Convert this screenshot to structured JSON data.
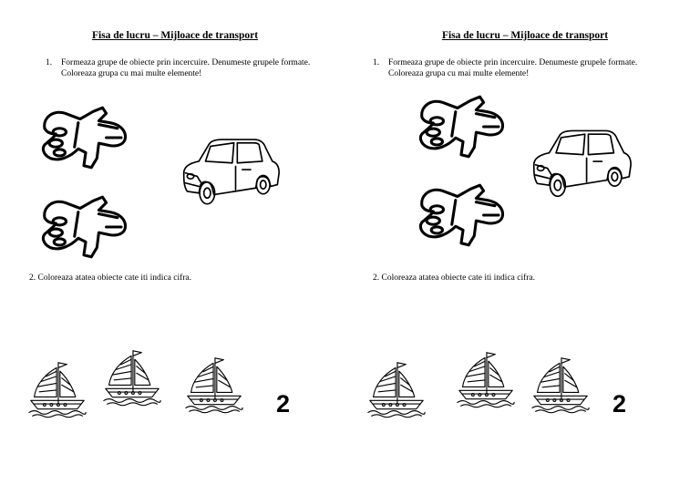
{
  "sheets": [
    {
      "title": "Fisa de lucru – Mijloace de transport",
      "question1": {
        "number": "1.",
        "text": "Formeaza grupe de obiecte prin incercuire. Denumeste grupele formate. Coloreaza grupa cu mai multe elemente!"
      },
      "question2": {
        "text": "2. Coloreaza atatea obiecte cate iti indica cifra."
      },
      "digit": "2"
    },
    {
      "title": "Fisa de lucru – Mijloace de transport",
      "question1": {
        "number": "1.",
        "text": "Formeaza grupe de obiecte prin incercuire. Denumeste grupele formate. Coloreaza grupa cu mai multe elemente!"
      },
      "question2": {
        "text": "2. Coloreaza atatea obiecte cate iti indica cifra."
      },
      "digit": "2"
    }
  ],
  "icons": {
    "airplane": "airplane-icon",
    "car": "car-icon",
    "sailboat": "sailboat-icon"
  }
}
